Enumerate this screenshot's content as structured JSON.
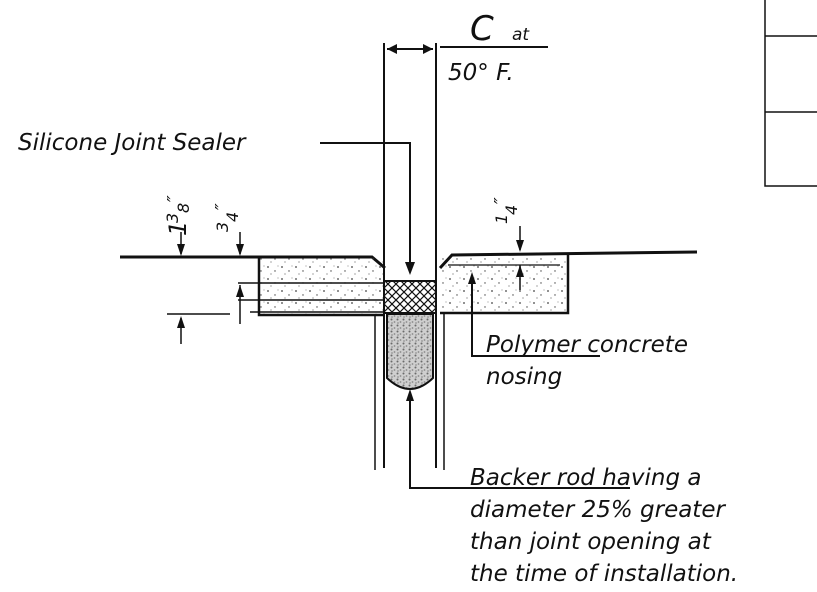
{
  "dimension": {
    "symbol": "C",
    "qualifier": "at",
    "condition": "50° F."
  },
  "callouts": {
    "sealer": "Silicone Joint Sealer",
    "nosing_line1": "Polymer concrete",
    "nosing_line2": "nosing",
    "backer_line1": "Backer rod having a",
    "backer_line2": "diameter 25% greater",
    "backer_line3": "than joint opening at",
    "backer_line4": "the time of installation."
  },
  "dims": {
    "d1_whole": "1",
    "d1_num": "3",
    "d1_den": "8",
    "d2_num": "3",
    "d2_den": "4",
    "d3_num": "1",
    "d3_den": "4",
    "inch_mark": "″"
  }
}
